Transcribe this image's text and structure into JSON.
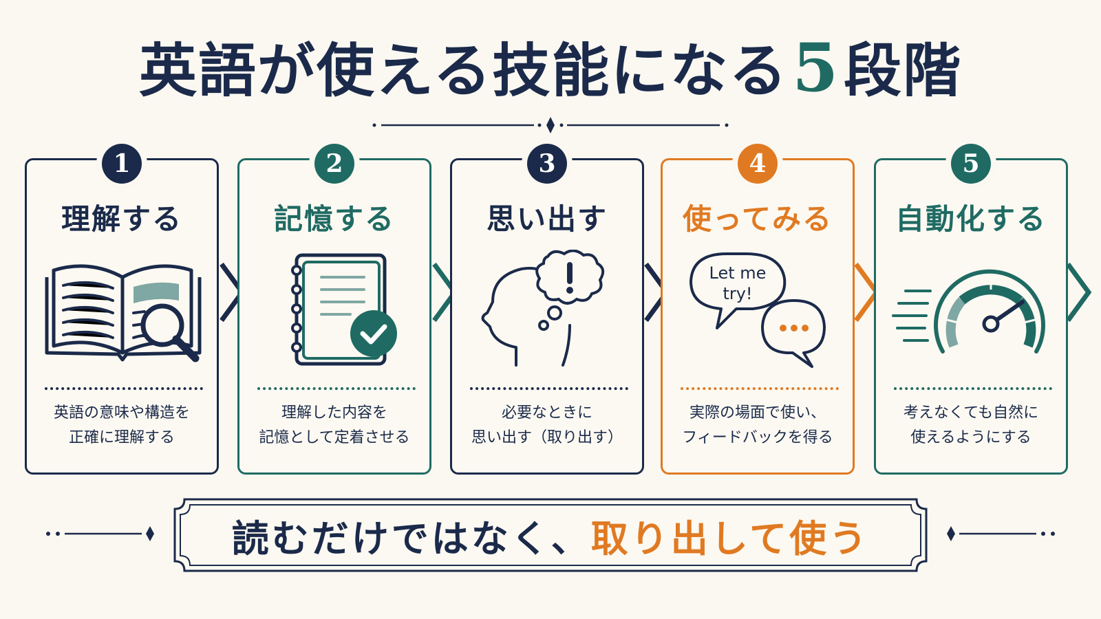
{
  "title": {
    "main": "英語が使える技能になる",
    "number": "5",
    "suffix": "段階"
  },
  "steps": [
    {
      "number": "1",
      "heading": "理解する",
      "desc_line1": "英語の意味や構造を",
      "desc_line2": "正確に理解する",
      "icon": "book-magnifier-icon",
      "color": "#1b2a4a"
    },
    {
      "number": "2",
      "heading": "記憶する",
      "desc_line1": "理解した内容を",
      "desc_line2": "記憶として定着させる",
      "icon": "notebook-check-icon",
      "color": "#1f6b63"
    },
    {
      "number": "3",
      "heading": "思い出す",
      "desc_line1": "必要なときに",
      "desc_line2": "思い出す（取り出す）",
      "icon": "head-thought-icon",
      "color": "#1b2a4a"
    },
    {
      "number": "4",
      "heading": "使ってみる",
      "desc_line1": "実際の場面で使い、",
      "desc_line2": "フィードバックを得る",
      "icon": "speech-bubbles-icon",
      "bubble_text_line1": "Let me",
      "bubble_text_line2": "try!",
      "color": "#e07a22"
    },
    {
      "number": "5",
      "heading": "自動化する",
      "desc_line1": "考えなくても自然に",
      "desc_line2": "使えるようにする",
      "icon": "speedometer-icon",
      "color": "#1f6b63"
    }
  ],
  "bottom": {
    "part1": "読むだけではなく、",
    "part2": "取り出して使う"
  },
  "colors": {
    "navy": "#1b2a4a",
    "teal": "#1f6b63",
    "orange": "#e07a22",
    "background": "#fbf8f1"
  }
}
